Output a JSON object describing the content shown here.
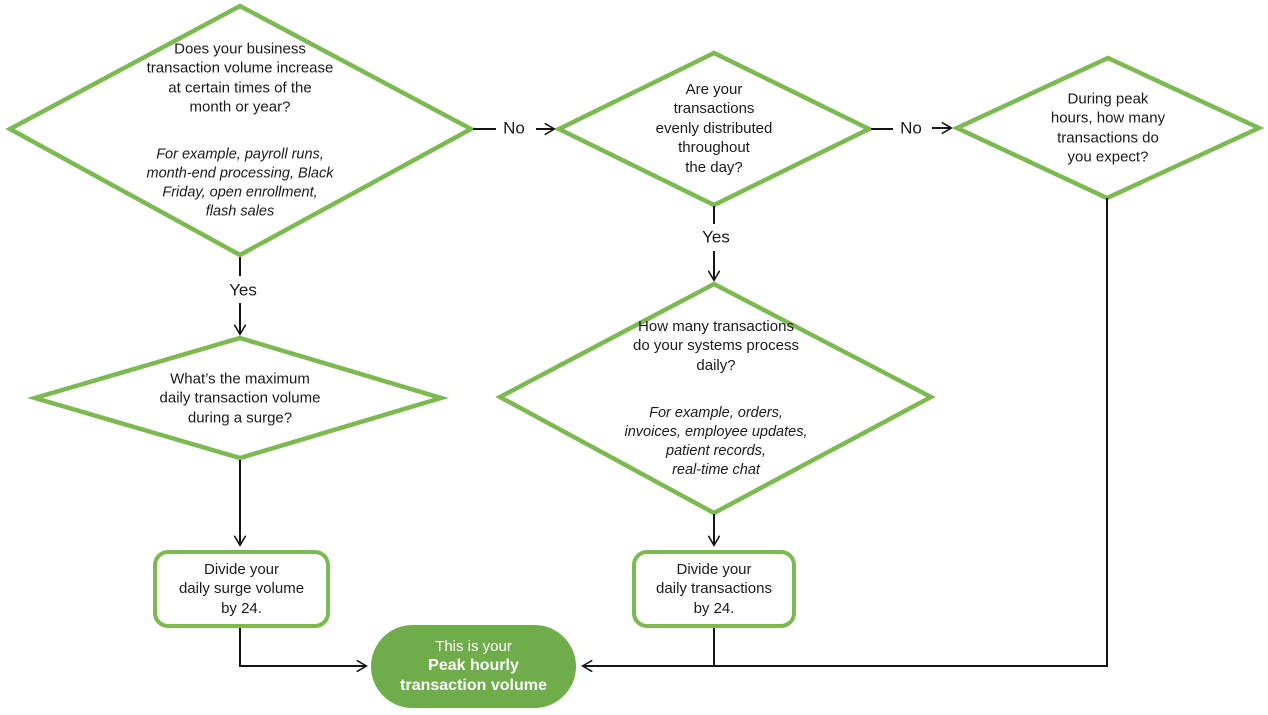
{
  "flowchart": {
    "colors": {
      "shape_stroke_green": "#7cb951",
      "terminal_fill_green": "#6ead49",
      "connector_black": "#141414",
      "text_dark": "#1b1b1b",
      "terminal_text": "#ffffff"
    },
    "nodes": {
      "d1": {
        "question": "Does your business\ntransaction volume increase\nat certain times of the\nmonth or year?",
        "example": "For example, payroll runs,\nmonth-end processing, Black\nFriday, open enrollment,\nflash sales"
      },
      "d2": {
        "question": "Are your\ntransactions\nevenly distributed\nthroughout\nthe day?"
      },
      "d3": {
        "question": "During peak\nhours, how many\ntransactions do\nyou expect?"
      },
      "d4": {
        "question": "What’s the maximum\ndaily transaction volume\nduring a surge?"
      },
      "d5": {
        "question": "How many transactions\ndo your systems process\ndaily?",
        "example": "For example, orders,\ninvoices, employee updates,\npatient records,\nreal-time chat"
      },
      "r1": {
        "label": "Divide your\ndaily surge volume\nby 24."
      },
      "r2": {
        "label": "Divide your\ndaily transactions\nby 24."
      },
      "end": {
        "prefix": "This is your",
        "title": "Peak hourly\ntransaction volume"
      }
    },
    "labels": {
      "no1": "No",
      "no2": "No",
      "yes1": "Yes",
      "yes2": "Yes"
    }
  }
}
